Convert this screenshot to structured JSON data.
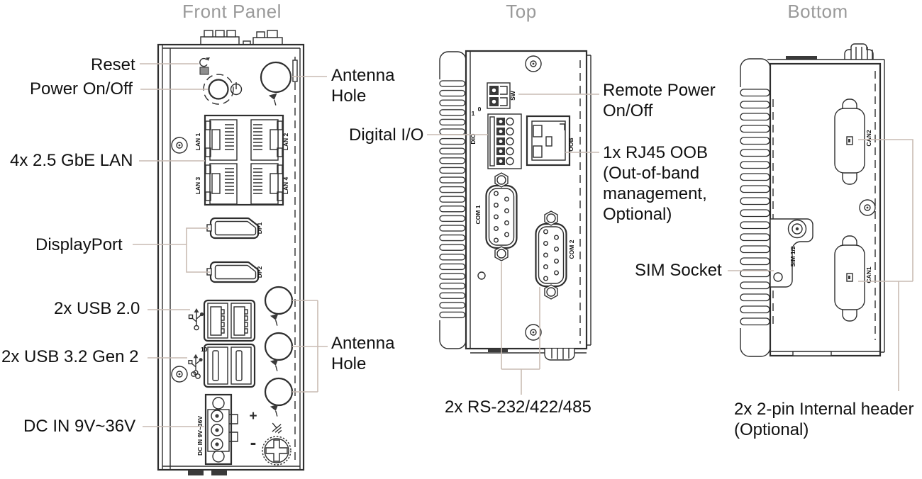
{
  "titles": {
    "front": "Front Panel",
    "top": "Top",
    "bottom": "Bottom"
  },
  "front": {
    "callouts": {
      "reset": "Reset",
      "power": "Power On/Off",
      "antenna_top": [
        "Antenna",
        "Hole"
      ],
      "lan": "4x 2.5 GbE LAN",
      "displayport": "DisplayPort",
      "usb2": "2x USB 2.0",
      "usb3": "2x USB 3.2 Gen 2",
      "antenna_right": [
        "Antenna",
        "Hole"
      ],
      "dcin": "DC IN 9V~36V"
    },
    "ports": {
      "lan1": "LAN 1",
      "lan2": "LAN 2",
      "lan3": "LAN 3",
      "lan4": "LAN 4",
      "dp1": "DP1",
      "dp2": "DP2",
      "dc": "DC IN 9V~36V",
      "plus": "+",
      "minus": "-",
      "usb3_speed": "10"
    }
  },
  "top": {
    "callouts": {
      "remote_power": [
        "Remote Power",
        "On/Off"
      ],
      "digital_io": "Digital I/O",
      "rj45_oob": [
        "1x RJ45 OOB",
        "(Out-of-band",
        "management,",
        "Optional)"
      ],
      "rs232": "2x RS-232/422/485"
    },
    "ports": {
      "sw": "SW",
      "dio": "DIO",
      "oob": "OOB",
      "com1": "COM 1",
      "com2": "COM 2",
      "mark0": "0",
      "mark1": "1"
    }
  },
  "bottom": {
    "callouts": {
      "sim": "SIM Socket",
      "header": [
        "2x 2-pin Internal header",
        "(Optional)"
      ]
    },
    "ports": {
      "can1": "CAN1",
      "can2": "CAN2",
      "sim12": "SIM 1/2"
    }
  },
  "colors": {
    "line": "#2e2e2e",
    "leader": "#c9bcb3",
    "title": "#9a9a9a",
    "label": "#111111"
  }
}
